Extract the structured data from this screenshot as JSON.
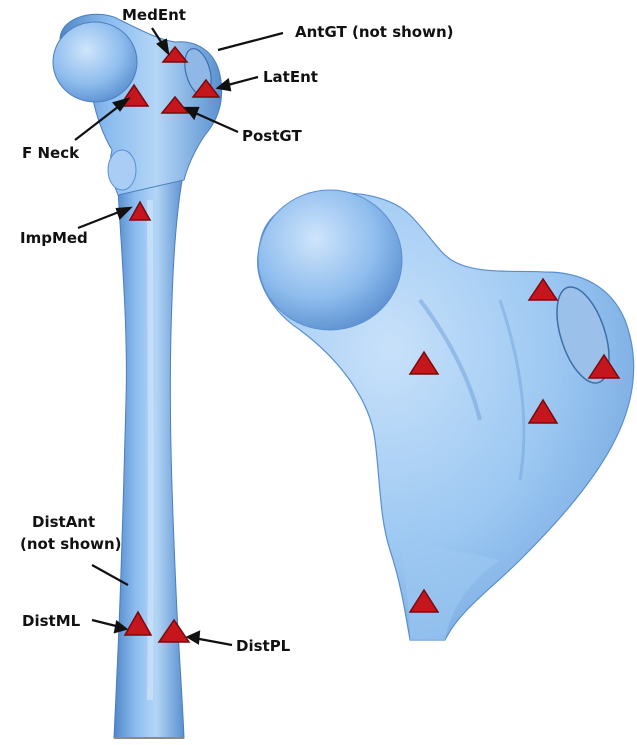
{
  "colors": {
    "bone": "#7fb2ea",
    "bone_light": "#b4d6f6",
    "bone_shadow": "#4f86c6",
    "marker": "#c4161c",
    "marker_edge": "#7a0a0c",
    "arrow": "#111111"
  },
  "labels": {
    "med_ent": "MedEnt",
    "ant_gt": "AntGT (not shown)",
    "lat_ent": "LatEnt",
    "f_neck": "F Neck",
    "post_gt": "PostGT",
    "imp_med": "ImpMed",
    "dist_ant_line1": "DistAnt",
    "dist_ant_line2": "(not shown)",
    "dist_ml": "DistML",
    "dist_pl": "DistPL"
  },
  "icons": {
    "marker": "red-triangle"
  }
}
